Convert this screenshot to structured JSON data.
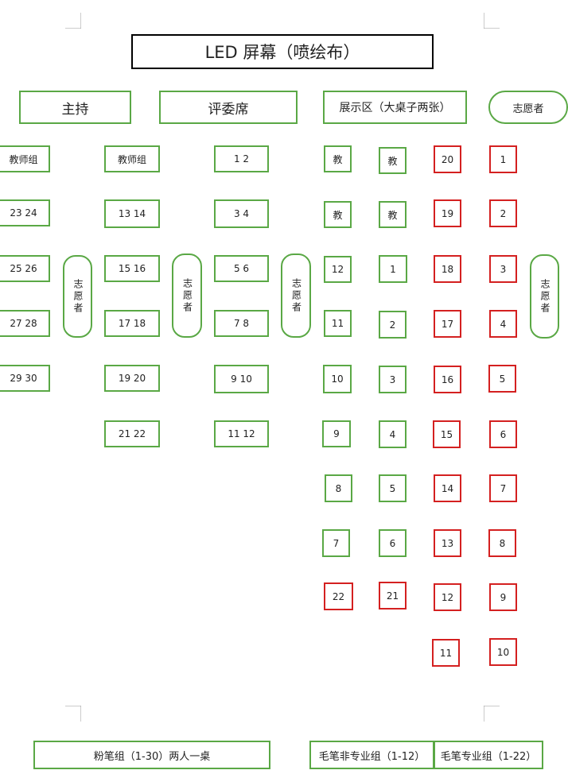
{
  "title": "LED 屏幕（喷绘布）",
  "top": {
    "host": "主持",
    "judges": "评委席",
    "display": "展示区（大桌子两张）",
    "volunteer": "志愿者"
  },
  "volunteer_vertical": "志愿者",
  "left_groups": {
    "col1": [
      "教师组",
      "23   24",
      "25   26",
      "27   28",
      "29   30"
    ],
    "col2": [
      "教师组",
      "13   14",
      "15   16",
      "17   18",
      "19   20",
      "21   22"
    ],
    "col3": [
      "1     2",
      "3     4",
      "5     6",
      "7     8",
      "9   10",
      "11   12"
    ]
  },
  "brush_nonpro": {
    "col_a": [
      "教",
      "教",
      "12",
      "11",
      "10",
      "9",
      "8",
      "7",
      "22"
    ],
    "col_b": [
      "教",
      "教",
      "1",
      "2",
      "3",
      "4",
      "5",
      "6",
      "21"
    ]
  },
  "brush_pro": {
    "col_a": [
      "20",
      "19",
      "18",
      "17",
      "16",
      "15",
      "14",
      "13",
      "12",
      "11"
    ],
    "col_b": [
      "1",
      "2",
      "3",
      "4",
      "5",
      "6",
      "7",
      "8",
      "9",
      "10"
    ]
  },
  "footer": {
    "chalk": "粉笔组（1-30）两人一桌",
    "nonpro": "毛笔非专业组（1-12）",
    "pro": "毛笔专业组（1-22）"
  }
}
